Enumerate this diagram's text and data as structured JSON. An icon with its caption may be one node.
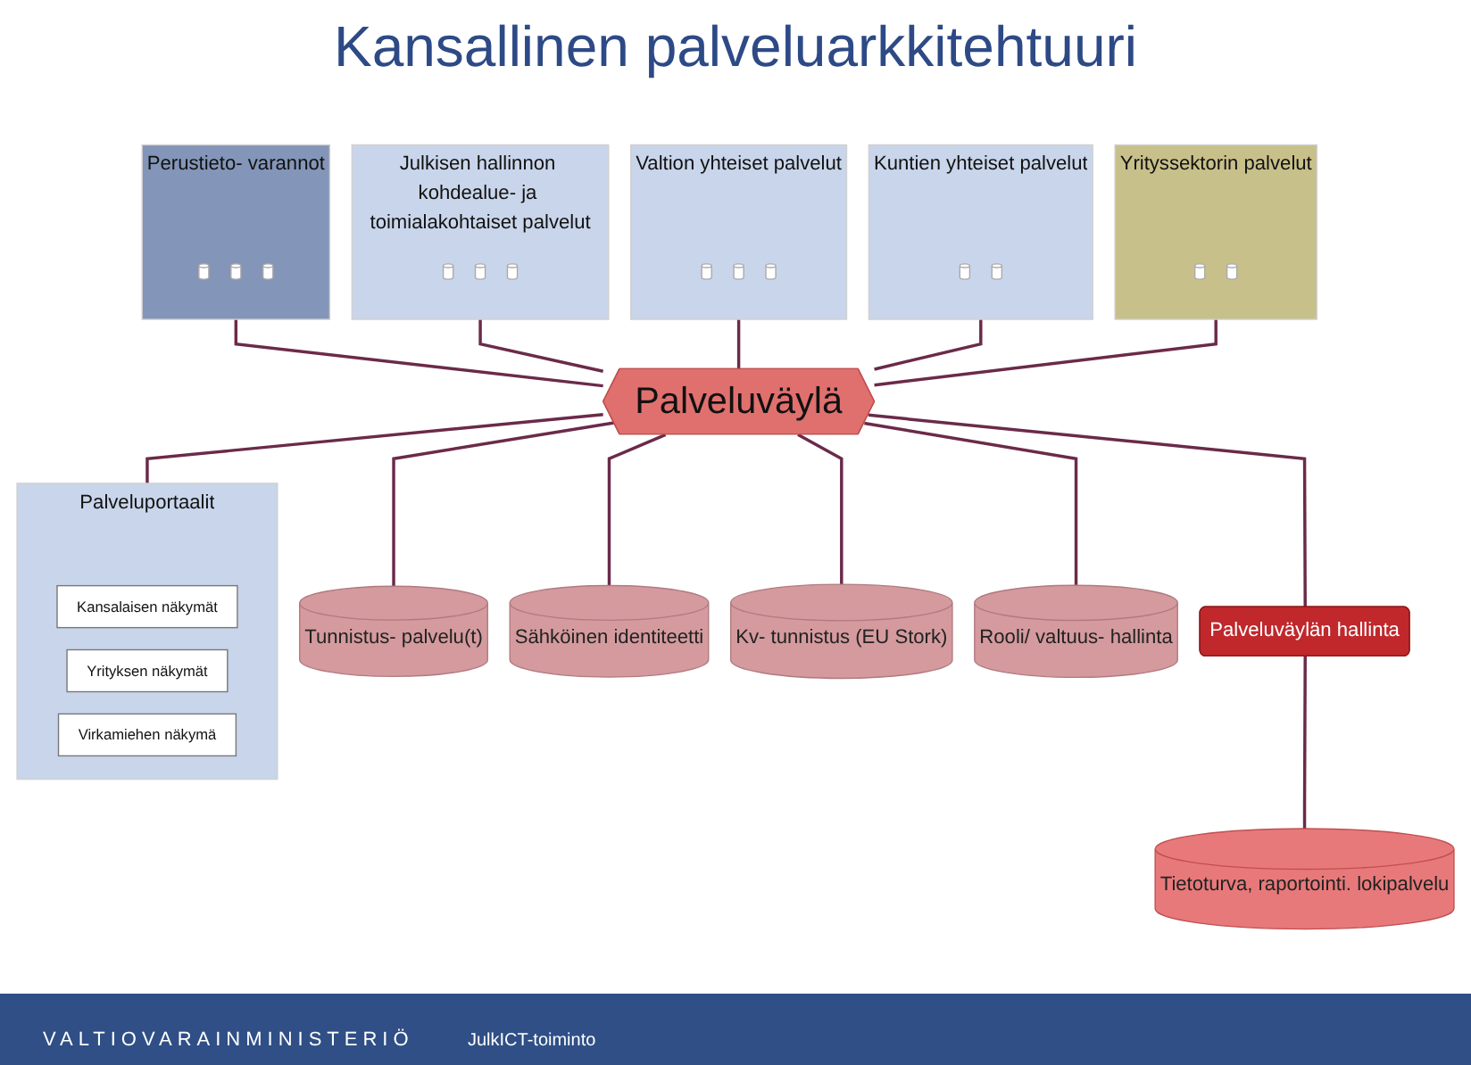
{
  "diagram": {
    "title": "Kansallinen palveluarkkitehtuuri",
    "nodes": [
      {
        "text": [
          "Perustieto- varannot"
        ]
      },
      {
        "text": [],
        "shape": "cylinder",
        "in": 0
      },
      {
        "text": [],
        "shape": "cylinder",
        "in": 0
      },
      {
        "text": [],
        "shape": "cylinder",
        "in": 0
      },
      {
        "text": [
          "Julkisen hallinnon kohdealue- ja toimialakohtaiset palvelut"
        ]
      },
      {
        "text": [],
        "shape": "cylinder",
        "in": 4
      },
      {
        "text": [],
        "shape": "cylinder",
        "in": 4
      },
      {
        "text": [],
        "shape": "cylinder",
        "in": 4
      },
      {
        "text": [
          "Valtion yhteiset palvelut"
        ]
      },
      {
        "text": [],
        "shape": "cylinder",
        "in": 8
      },
      {
        "text": [],
        "shape": "cylinder",
        "in": 8
      },
      {
        "text": [],
        "shape": "cylinder",
        "in": 8
      },
      {
        "text": [
          "Kuntien yhteiset palvelut"
        ]
      },
      {
        "text": [],
        "shape": "cylinder",
        "in": 12
      },
      {
        "text": [],
        "shape": "cylinder",
        "in": 12
      },
      {
        "text": [
          "Yrityssektorin palvelut"
        ]
      },
      {
        "text": [],
        "shape": "cylinder",
        "in": 15
      },
      {
        "text": [],
        "shape": "cylinder",
        "in": 15
      },
      {
        "text": [
          "Palveluväylä"
        ]
      },
      {
        "text": [
          "Palveluportaalit"
        ]
      },
      {
        "text": [
          "Kansalaisen näkymät"
        ],
        "in": 19
      },
      {
        "text": [
          "Yrityksen näkymät"
        ],
        "in": 19
      },
      {
        "text": [
          "Virkamiehen näkymä"
        ],
        "in": 19
      },
      {
        "text": [
          "Tunnistus- palvelu(t)"
        ]
      },
      {
        "text": [
          "Sähköinen identiteetti"
        ]
      },
      {
        "text": [
          "Kv- tunnistus (EU Stork)"
        ]
      },
      {
        "text": [
          "Rooli/ valtuus- hallinta"
        ]
      },
      {
        "text": [
          "Palveluväylän hallinta"
        ]
      },
      {
        "text": [
          "Tietoturva, raportointi. lokipalvelu"
        ]
      }
    ],
    "edges": [
      {
        "from": 0,
        "to": 18,
        "arrow": "none"
      },
      {
        "from": 4,
        "to": 18,
        "arrow": "none"
      },
      {
        "from": 8,
        "to": 18,
        "arrow": "none"
      },
      {
        "from": 12,
        "to": 18,
        "arrow": "none"
      },
      {
        "from": 15,
        "to": 18,
        "arrow": "none"
      },
      {
        "from": 18,
        "to": 19,
        "arrow": "none"
      },
      {
        "from": 18,
        "to": 23,
        "arrow": "none"
      },
      {
        "from": 18,
        "to": 24,
        "arrow": "none"
      },
      {
        "from": 18,
        "to": 25,
        "arrow": "none"
      },
      {
        "from": 18,
        "to": 26,
        "arrow": "none"
      },
      {
        "from": 18,
        "to": 27,
        "arrow": "none"
      },
      {
        "from": 27,
        "to": 28,
        "arrow": "none"
      }
    ],
    "labels": [
      "VALTIOVARAINMINISTERIÖ",
      "JulkICT-toiminto"
    ]
  }
}
